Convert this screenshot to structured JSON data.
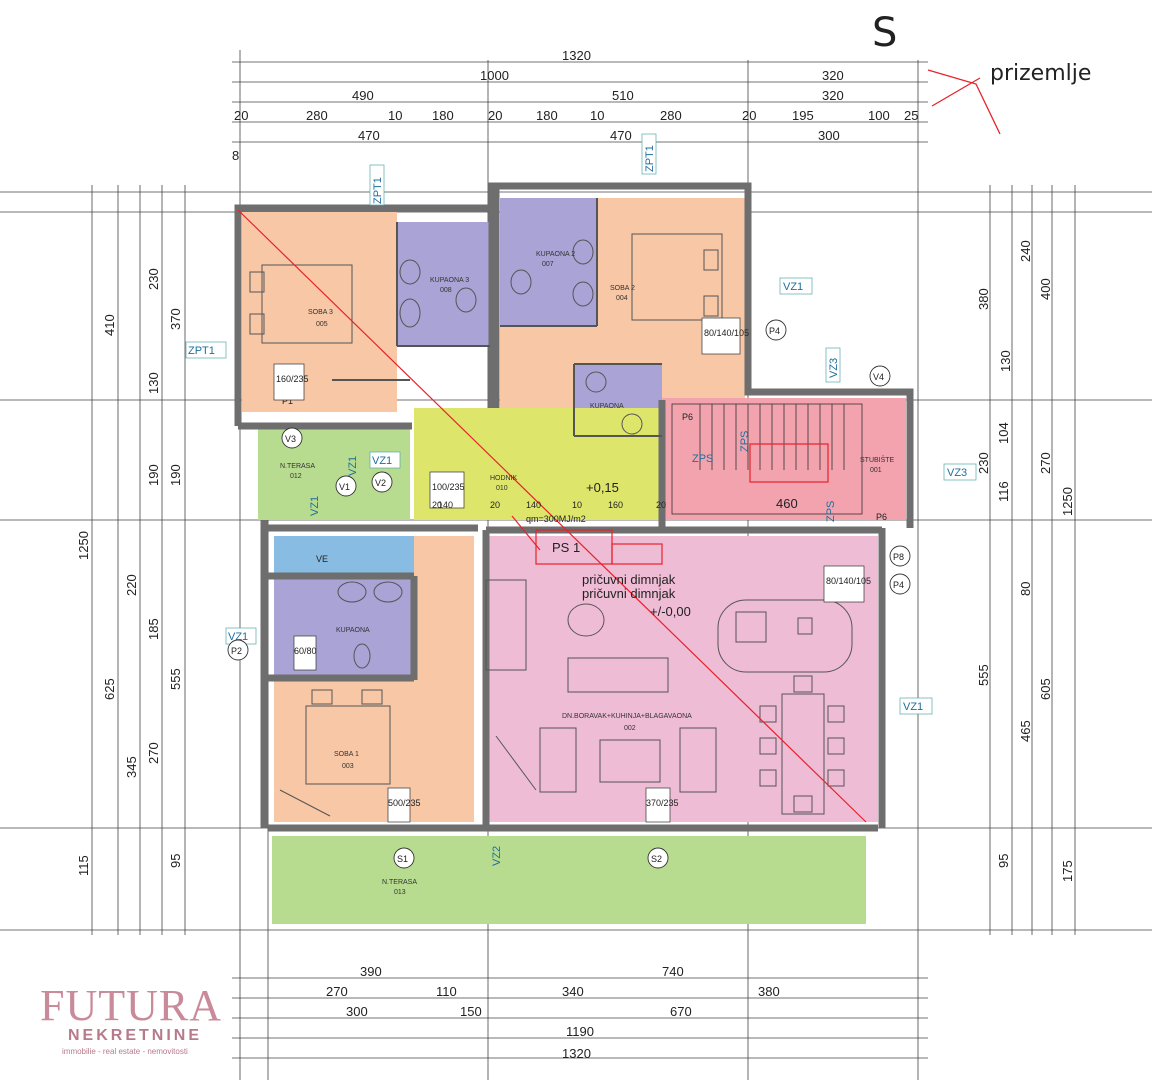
{
  "title": "prizemlje",
  "compass_letter": "S",
  "logo": {
    "name": "FUTURA",
    "sub": "NEKRETNINE",
    "tagline": "immobilie - real estate - nemovitosti"
  },
  "dims": {
    "top_total": "1320",
    "top_a": "1000",
    "top_b": "320",
    "top_c": "490",
    "top_d": "510",
    "top_e": "320",
    "top_f1": "20",
    "top_f2": "280",
    "top_f3": "10",
    "top_f4": "180",
    "top_f5": "20",
    "top_f6": "180",
    "top_f7": "10",
    "top_f8": "280",
    "top_f9": "20",
    "top_f10": "195",
    "top_f11": "100",
    "top_f12": "25",
    "top_g1": "8",
    "top_g2": "470",
    "top_g3": "470",
    "top_g4": "300",
    "bot_a1": "390",
    "bot_a2": "740",
    "bot_b1": "270",
    "bot_b2": "110",
    "bot_b3": "340",
    "bot_b4": "380",
    "bot_c1": "300",
    "bot_c2": "150",
    "bot_c3": "670",
    "bot_d": "1190",
    "bot_total": "1320",
    "left_total": "1250",
    "left_a": "410",
    "left_b": "625",
    "left_c1": "230",
    "left_c2": "130",
    "left_c3": "190",
    "left_c4": "220",
    "left_c5": "185",
    "left_c6": "345",
    "left_c7": "115",
    "left_d1": "370",
    "left_d2": "190",
    "left_d3": "555",
    "left_d4": "270",
    "left_d5": "95",
    "right_total": "1250",
    "right_a": "400",
    "right_b": "380",
    "right_c": "240",
    "right_d": "270",
    "right_e": "230",
    "right_f": "555",
    "right_g": "605",
    "right_h": "465",
    "right_i": "175",
    "right_j1": "130",
    "right_j2": "104",
    "right_j3": "116",
    "right_j4": "80",
    "right_j5": "95"
  },
  "rooms": [
    {
      "name": "SOBA 3",
      "code": "005"
    },
    {
      "name": "KUPAONA 3",
      "code": "008"
    },
    {
      "name": "KUPAONA 2",
      "code": "007"
    },
    {
      "name": "SOBA 2",
      "code": "004"
    },
    {
      "name": "KUPAONA",
      "code": ""
    },
    {
      "name": "N.TERASA",
      "code": "012"
    },
    {
      "name": "HODNIK",
      "code": "010"
    },
    {
      "name": "STUBIŠTE",
      "code": "001"
    },
    {
      "name": "KUPAONA",
      "code": ""
    },
    {
      "name": "SOBA 1",
      "code": "003"
    },
    {
      "name": "DN.BORAVAK+KUHINJA+BLAGAVAONA",
      "code": "002"
    },
    {
      "name": "N.TERASA",
      "code": "013"
    }
  ],
  "tags": {
    "zpt1_a": "ZPT1",
    "zpt1_b": "ZPT1",
    "zpt1_c": "ZPT1",
    "vz1_a": "VZ1",
    "vz1_b": "VZ1",
    "vz1_c": "VZ1",
    "vz1_d": "VZ1",
    "vz1_e": "VZ1",
    "vz1_f": "VZ1",
    "vz2": "VZ2",
    "vz3_a": "VZ3",
    "vz3_b": "VZ3",
    "zps_a": "ZPS",
    "zps_b": "ZPS",
    "zps_c": "ZPS"
  },
  "symbols": {
    "p4a": "P4",
    "p4b": "P4",
    "p1": "P1",
    "p2": "P2",
    "p6": "P6",
    "p8": "P8",
    "v1": "V1",
    "v2": "V2",
    "v3": "V3",
    "v4": "V4",
    "s1": "S1",
    "s2": "S2",
    "p6_red": "P6"
  },
  "notes": {
    "elev1": "+0,15",
    "elev2": "+/-0,00",
    "qm": "qm=300MJ/m2",
    "ps1": "PS 1",
    "chimney1": "pričuvni dimnjak",
    "chimney2": "pričuvni dimnjak",
    "win1": "160/235",
    "win2": "80/140/105",
    "win3": "100/235",
    "win4": "60/80",
    "win5": "80/140/105",
    "win6": "500/235",
    "win7": "370/235",
    "hall_d1": "20",
    "hall_d2": "140",
    "hall_d3": "10",
    "hall_d4": "160",
    "hall_d5": "20",
    "hall_d6": "140",
    "hall_d7": "20",
    "stair_w": "460",
    "ve": "VE"
  },
  "colors": {
    "bedroom": "#f7c7a6",
    "bath": "#a9a3d6",
    "corridor": "#dde56a",
    "stairs": "#f2a3ae",
    "living": "#efbcd6",
    "terrace": "#b8dc8f",
    "utility": "#88bce3",
    "wall": "#777777",
    "red": "#e8222a",
    "tag": "#1e6e9e"
  }
}
